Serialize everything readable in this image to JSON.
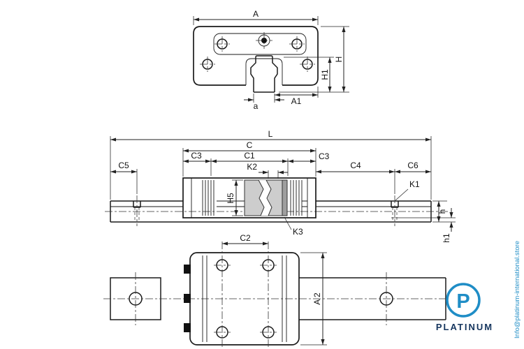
{
  "drawing": {
    "end_view": {
      "dim_A": "A",
      "dim_H": "H",
      "dim_H1": "H1",
      "dim_a": "a",
      "dim_A1": "A1"
    },
    "side_view": {
      "dim_L": "L",
      "dim_C": "C",
      "dim_C1": "C1",
      "dim_C3": "C3",
      "dim_C5": "C5",
      "dim_C4": "C4",
      "dim_C6": "C6",
      "dim_K2": "K2",
      "dim_K1": "K1",
      "dim_K3": "K3",
      "dim_H5": "H5",
      "dim_h": "h",
      "dim_h1": "h1"
    },
    "top_view": {
      "dim_C2": "C2",
      "dim_A2": "A 2"
    }
  },
  "logo": {
    "letter": "P",
    "brand": "PLATINUM",
    "url_text": "Info@platinum-international.store",
    "accent_color": "#1f8dc6",
    "brand_color": "#15355e"
  }
}
